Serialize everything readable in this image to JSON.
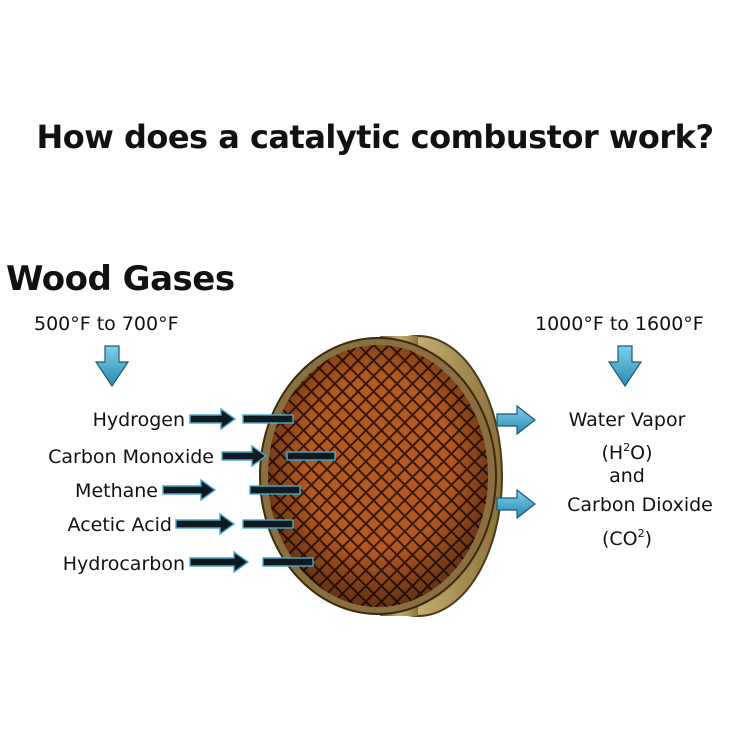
{
  "title": "How does a catalytic combustor work?",
  "input": {
    "heading": "Wood Gases",
    "temperature": "500°F to 700°F",
    "gases": [
      "Hydrogen",
      "Carbon Monoxide",
      "Methane",
      "Acetic Acid",
      "Hydrocarbon"
    ]
  },
  "output": {
    "temperature": "1000°F to 1600°F",
    "water_vapor": "Water Vapor",
    "water_formula_a": "(H",
    "water_formula_sup": "2",
    "water_formula_b": "O)",
    "connector": "and",
    "carbon_dioxide": "Carbon Dioxide",
    "co2_formula_a": "(CO",
    "co2_formula_sup": "2",
    "co2_formula_b": ")"
  },
  "colors": {
    "arrow_blue": "#4aa8c8",
    "arrow_dark": "#0e1a20",
    "combustor_rim": "#a58b52",
    "combustor_face": "#9a4a1c"
  }
}
